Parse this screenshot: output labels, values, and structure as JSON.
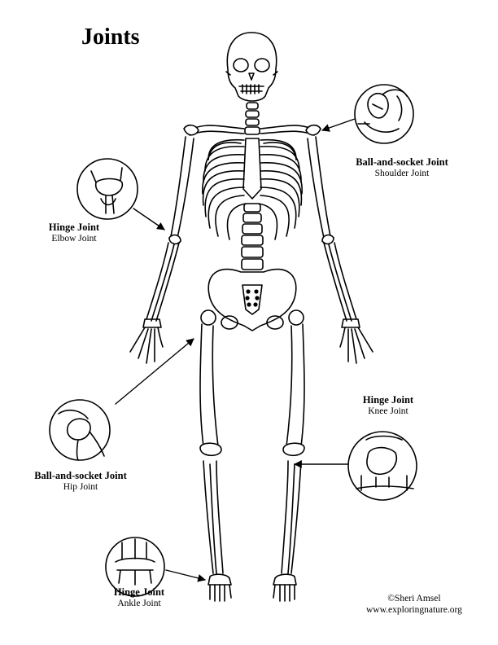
{
  "title": "Joints",
  "labels": {
    "shoulder": {
      "title": "Ball-and-socket Joint",
      "subtitle": "Shoulder Joint"
    },
    "elbow": {
      "title": "Hinge Joint",
      "subtitle": "Elbow Joint"
    },
    "hip": {
      "title": "Ball-and-socket Joint",
      "subtitle": "Hip Joint"
    },
    "knee": {
      "title": "Hinge Joint",
      "subtitle": "Knee Joint"
    },
    "ankle": {
      "title": "Hinge Joint",
      "subtitle": "Ankle Joint"
    }
  },
  "credit": {
    "copyright": "©Sheri Amsel",
    "website": "www.exploringnature.org"
  },
  "colors": {
    "ink": "#000000",
    "paper": "#ffffff"
  }
}
